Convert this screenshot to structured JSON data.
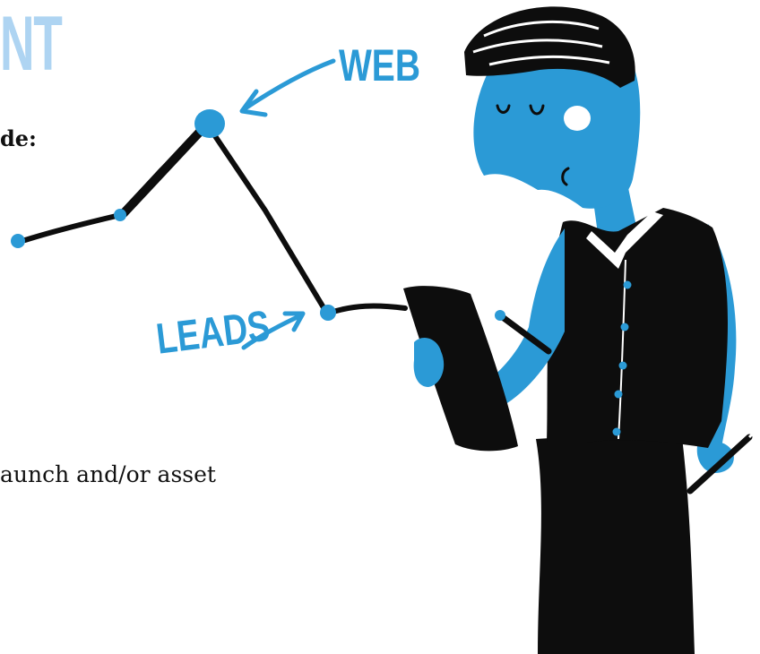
{
  "header": {
    "title_fragment": "NT",
    "subheading": "de:"
  },
  "body": {
    "text_fragment": "aunch and/or asset"
  },
  "illustration": {
    "labels": {
      "web": "WEB",
      "leads": "LEADS"
    },
    "colors": {
      "accent": "#2b9ad6",
      "title_light_blue": "#aed4f2",
      "ink": "#0d0d0d"
    }
  }
}
